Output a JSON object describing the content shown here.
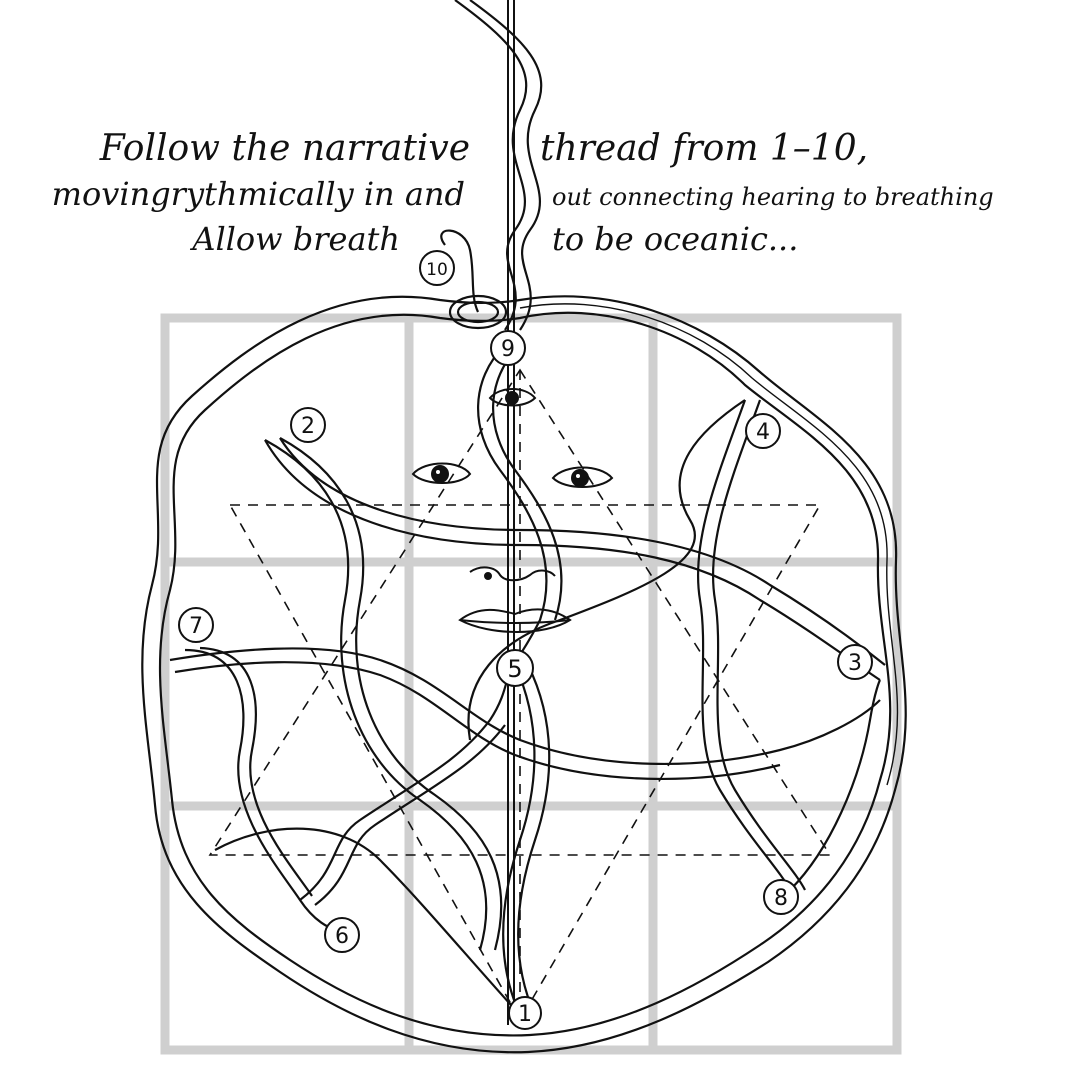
{
  "caption": {
    "left": [
      "Follow the narrative",
      "movingrythmically in and",
      "Allow breath"
    ],
    "right": [
      "thread from 1–10,",
      "out connecting hearing to breathing",
      "to be oceanic..."
    ]
  },
  "markers": [
    "1",
    "2",
    "3",
    "4",
    "5",
    "6",
    "7",
    "8",
    "9",
    "10"
  ],
  "colors": {
    "ink": "#111111",
    "grid": "#cfcfcf",
    "paper": "#ffffff"
  }
}
